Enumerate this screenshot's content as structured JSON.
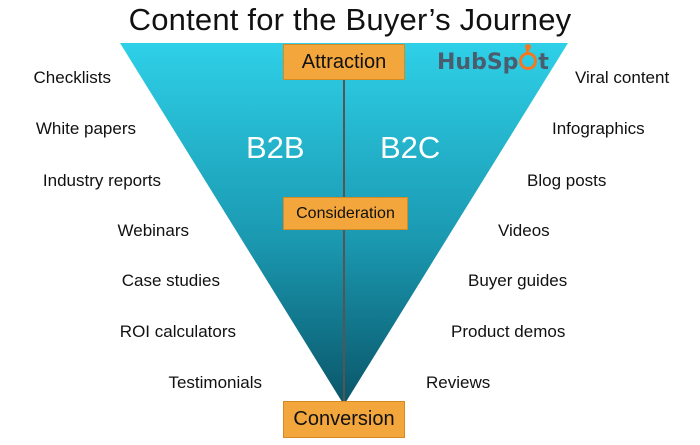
{
  "title": "Content for the Buyer’s Journey",
  "stages": {
    "attraction": "Attraction",
    "consideration": "Consideration",
    "conversion": "Conversion"
  },
  "segments": {
    "left": "B2B",
    "right": "B2C"
  },
  "logo": {
    "prefix": "HubSp",
    "suffix": "t",
    "wordmark": "HubSpot"
  },
  "b2b_content": [
    "Checklists",
    "White papers",
    "Industry reports",
    "Webinars",
    "Case studies",
    "ROI calculators",
    "Testimonials"
  ],
  "b2c_content": [
    "Viral content",
    "Infographics",
    "Blog posts",
    "Videos",
    "Buyer guides",
    "Product demos",
    "Reviews"
  ],
  "colors": {
    "funnel_top": "#2ed0e8",
    "funnel_bottom": "#0a5568",
    "stage_box": "#f3a63c",
    "divider": "#555555",
    "hubspot_orange": "#f57722",
    "hubspot_gray": "#4a5d6e"
  }
}
